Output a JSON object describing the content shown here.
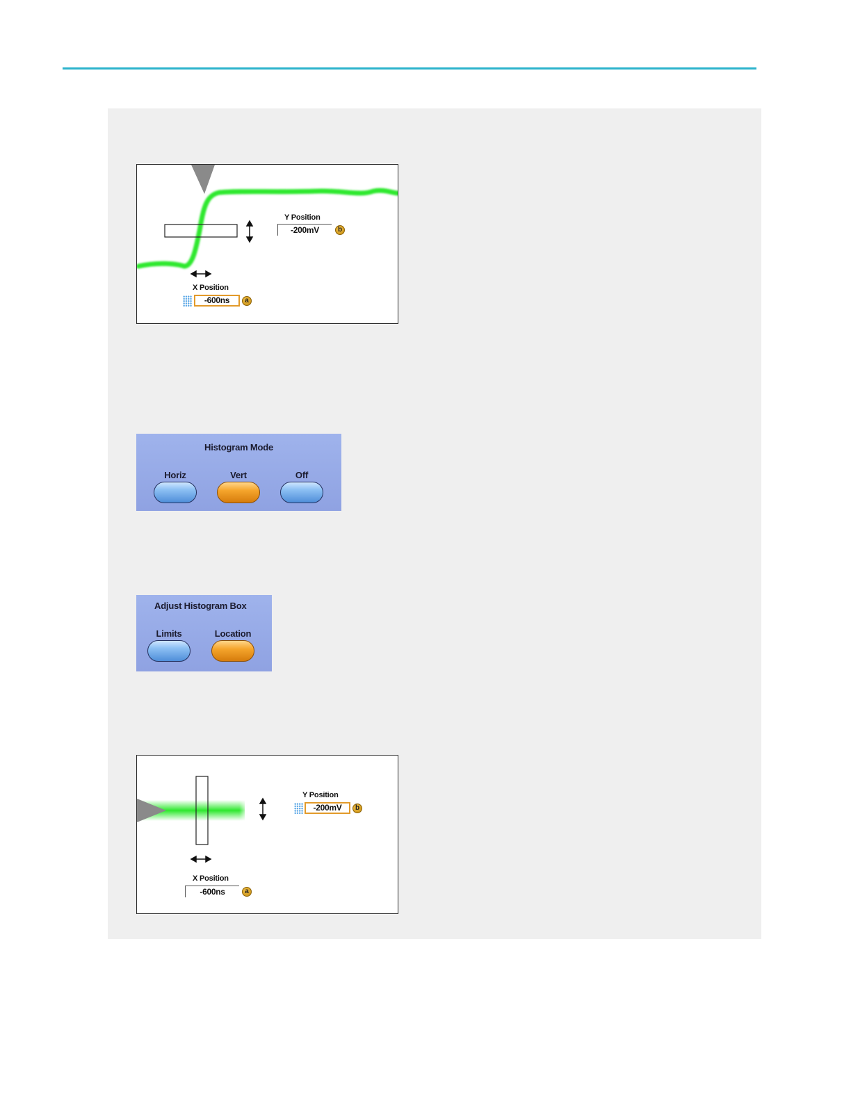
{
  "colors": {
    "rule": "#2bb3cc",
    "trace": "#2ee82e",
    "active_field_border": "#e29a2a",
    "menu_background": "#98abe8",
    "button_selected": "#f5a52c",
    "button_unselected": "#6fa6e6"
  },
  "figure1": {
    "y_position_label": "Y Position",
    "y_position_value": "-200mV",
    "y_badge": "b",
    "x_position_label": "X Position",
    "x_position_value": "-600ns",
    "x_badge": "a"
  },
  "histogram_mode": {
    "title": "Histogram Mode",
    "buttons": [
      {
        "label": "Horiz",
        "selected": false
      },
      {
        "label": "Vert",
        "selected": true
      },
      {
        "label": "Off",
        "selected": false
      }
    ]
  },
  "adjust_box": {
    "title": "Adjust Histogram Box",
    "buttons": [
      {
        "label": "Limits",
        "selected": false
      },
      {
        "label": "Location",
        "selected": true
      }
    ]
  },
  "figure2": {
    "y_position_label": "Y Position",
    "y_position_value": "-200mV",
    "y_badge": "b",
    "x_position_label": "X Position",
    "x_position_value": "-600ns",
    "x_badge": "a"
  }
}
